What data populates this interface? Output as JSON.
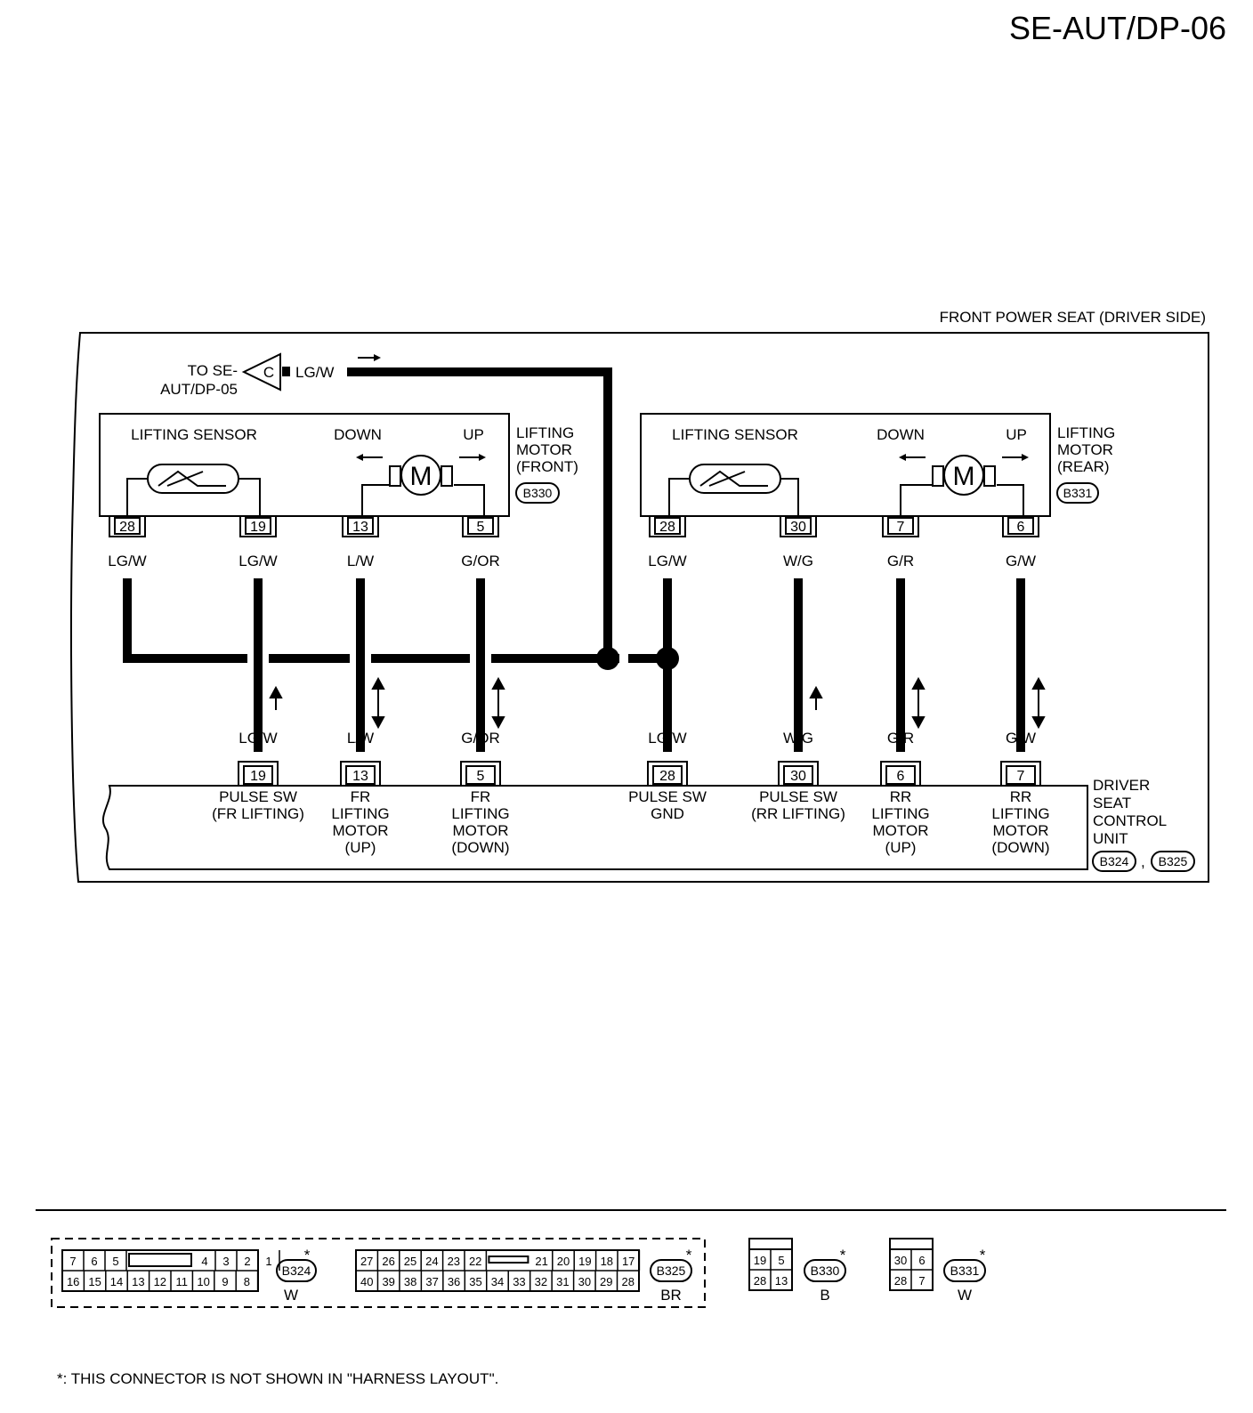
{
  "page_id": "SE-AUT/DP-06",
  "frame_title": "FRONT POWER SEAT (DRIVER SIDE)",
  "connector_ref": {
    "line1": "TO SE-",
    "line2": "AUT/DP-05",
    "letter": "C",
    "wire": "LG/W"
  },
  "front_motor": {
    "sensor": "LIFTING SENSOR",
    "down": "DOWN",
    "up": "UP",
    "name": [
      "LIFTING",
      "MOTOR",
      "(FRONT)"
    ],
    "connector": "B330",
    "motor": "M"
  },
  "rear_motor": {
    "sensor": "LIFTING SENSOR",
    "down": "DOWN",
    "up": "UP",
    "name": [
      "LIFTING",
      "MOTOR",
      "(REAR)"
    ],
    "connector": "B331",
    "motor": "M"
  },
  "upper_pins": [
    {
      "pin": "28",
      "wire": "LG/W"
    },
    {
      "pin": "19",
      "wire": "LG/W"
    },
    {
      "pin": "13",
      "wire": "L/W"
    },
    {
      "pin": "5",
      "wire": "G/OR"
    },
    {
      "pin": "28",
      "wire": "LG/W"
    },
    {
      "pin": "30",
      "wire": "W/G"
    },
    {
      "pin": "7",
      "wire": "G/R"
    },
    {
      "pin": "6",
      "wire": "G/W"
    }
  ],
  "lower_pins": [
    {
      "pin": "19",
      "wire": "LG/W",
      "label": [
        "PULSE SW",
        "(FR LIFTING)"
      ]
    },
    {
      "pin": "13",
      "wire": "L/W",
      "label": [
        "FR",
        "LIFTING",
        "MOTOR",
        "(UP)"
      ]
    },
    {
      "pin": "5",
      "wire": "G/OR",
      "label": [
        "FR",
        "LIFTING",
        "MOTOR",
        "(DOWN)"
      ]
    },
    {
      "pin": "28",
      "wire": "LG/W",
      "label": [
        "PULSE SW",
        "GND"
      ]
    },
    {
      "pin": "30",
      "wire": "W/G",
      "label": [
        "PULSE SW",
        "(RR LIFTING)"
      ]
    },
    {
      "pin": "6",
      "wire": "G/R",
      "label": [
        "RR",
        "LIFTING",
        "MOTOR",
        "(UP)"
      ]
    },
    {
      "pin": "7",
      "wire": "G/W",
      "label": [
        "RR",
        "LIFTING",
        "MOTOR",
        "(DOWN)"
      ]
    }
  ],
  "control_unit": {
    "name": [
      "DRIVER",
      "SEAT",
      "CONTROL",
      "UNIT"
    ],
    "connectors": [
      "B324",
      "B325"
    ],
    "separator": ","
  },
  "legend": {
    "B324": {
      "code": "B324",
      "color": "W",
      "row1": [
        "7",
        "6",
        "5",
        "4",
        "3",
        "2",
        "1"
      ],
      "row2": [
        "16",
        "15",
        "14",
        "13",
        "12",
        "11",
        "10",
        "9",
        "8"
      ]
    },
    "B325": {
      "code": "B325",
      "color": "BR",
      "row1": [
        "27",
        "26",
        "25",
        "24",
        "23",
        "22",
        "21",
        "20",
        "19",
        "18",
        "17"
      ],
      "row2": [
        "40",
        "39",
        "38",
        "37",
        "36",
        "35",
        "34",
        "33",
        "32",
        "31",
        "30",
        "29",
        "28"
      ]
    },
    "B330": {
      "code": "B330",
      "color": "B",
      "row1": [
        "19",
        "5"
      ],
      "row2": [
        "28",
        "13"
      ]
    },
    "B331": {
      "code": "B331",
      "color": "W",
      "row1": [
        "30",
        "6"
      ],
      "row2": [
        "28",
        "7"
      ]
    },
    "star": "*"
  },
  "footnote": "*: THIS CONNECTOR IS NOT SHOWN IN \"HARNESS LAYOUT\"."
}
